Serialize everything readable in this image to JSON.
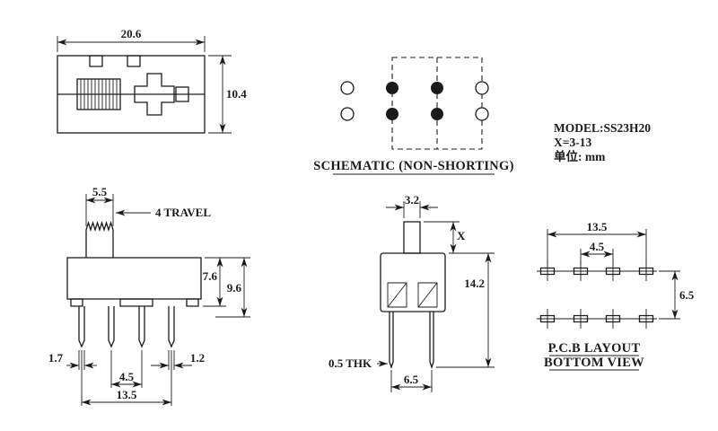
{
  "colors": {
    "ink": "#1b1b1b",
    "paper": "#ffffff"
  },
  "model_info": {
    "model": "MODEL:SS23H20",
    "x_range": "X=3-13",
    "unit": "单位: mm"
  },
  "top_view": {
    "width": "20.6",
    "height": "10.4"
  },
  "schematic": {
    "caption": "SCHEMATIC (NON-SHORTING)"
  },
  "front_view": {
    "knob_width": "5.5",
    "travel": "4 TRAVEL",
    "body_height": "7.6",
    "height_with_feet": "9.6",
    "pin1_width": "1.7",
    "inner_pin_span": "4.5",
    "pin4_width": "1.2",
    "outer_pin_span": "13.5"
  },
  "side_view": {
    "actuator_width": "3.2",
    "actuator_height": "X",
    "total_height": "14.2",
    "pin_thickness": "0.5 THK",
    "pin_span": "6.5"
  },
  "pcb_layout": {
    "outer_pad_span": "13.5",
    "inner_pad_span": "4.5",
    "row_span": "6.5",
    "title": "P.C.B LAYOUT",
    "subtitle": "BOTTOM VIEW"
  }
}
